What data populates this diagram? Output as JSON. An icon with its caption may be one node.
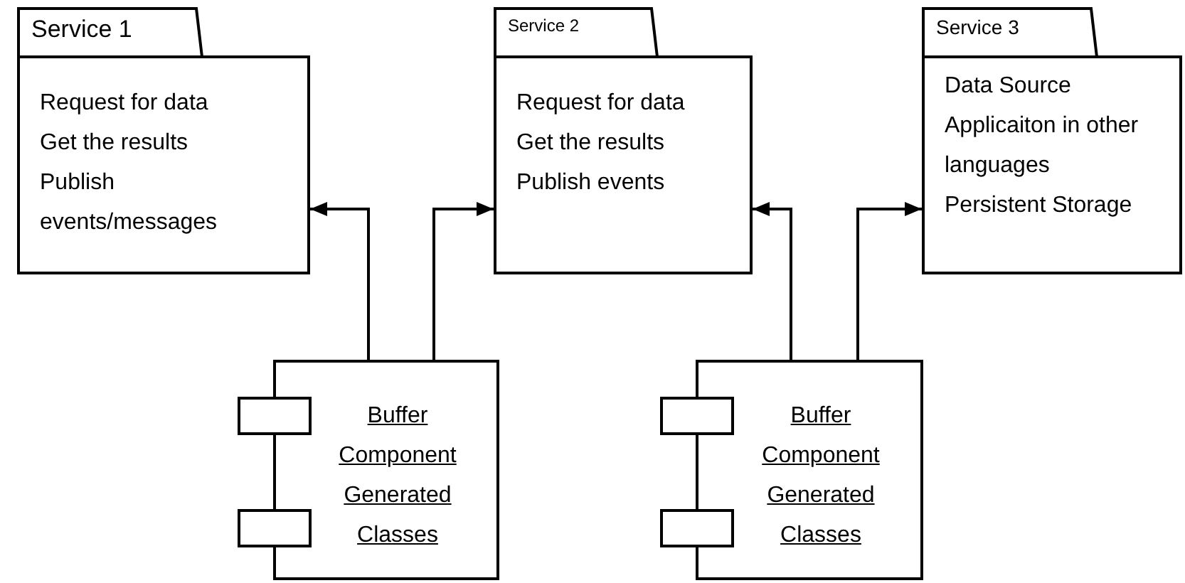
{
  "diagram": {
    "nodes": [
      {
        "text": [
          "Service 1",
          "Request for data",
          "Get the results",
          "Publish events/messages"
        ]
      },
      {
        "text": [
          "Service 2",
          "Request for data",
          "Get the results",
          "Publish events"
        ]
      },
      {
        "text": [
          "Service 3",
          "Data Source",
          "Applicaiton in other languages",
          "Persistent Storage"
        ]
      },
      {
        "text": [
          "Buffer Component Generated Classes"
        ]
      },
      {
        "text": [
          "Buffer Component Generated Classes"
        ]
      }
    ],
    "edges": [
      {
        "from": 3,
        "to": 0,
        "arrow": "to"
      },
      {
        "from": 3,
        "to": 1,
        "arrow": "to"
      },
      {
        "from": 4,
        "to": 1,
        "arrow": "to"
      },
      {
        "from": 4,
        "to": 2,
        "arrow": "to"
      }
    ]
  }
}
